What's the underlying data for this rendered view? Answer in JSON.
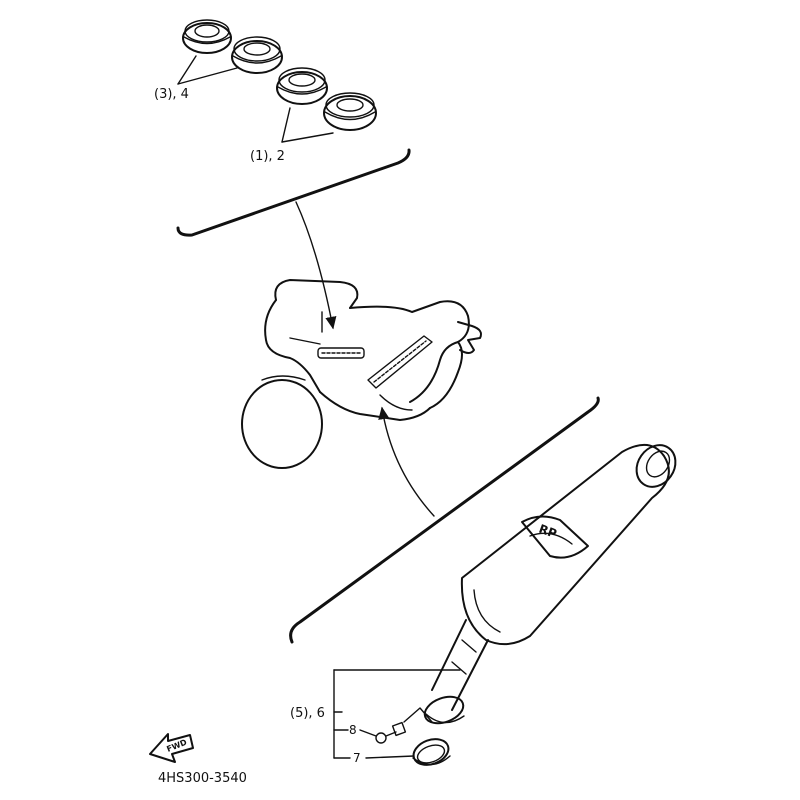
{
  "callouts": {
    "left_pair": "(3), 4",
    "right_pair": "(1), 2",
    "muffler_group": "(5), 6",
    "bolt": "8",
    "gasket": "7"
  },
  "fwd_arrow_label": "FWD",
  "muffler_label": "RP",
  "diagram_code": "4HS300-3540"
}
